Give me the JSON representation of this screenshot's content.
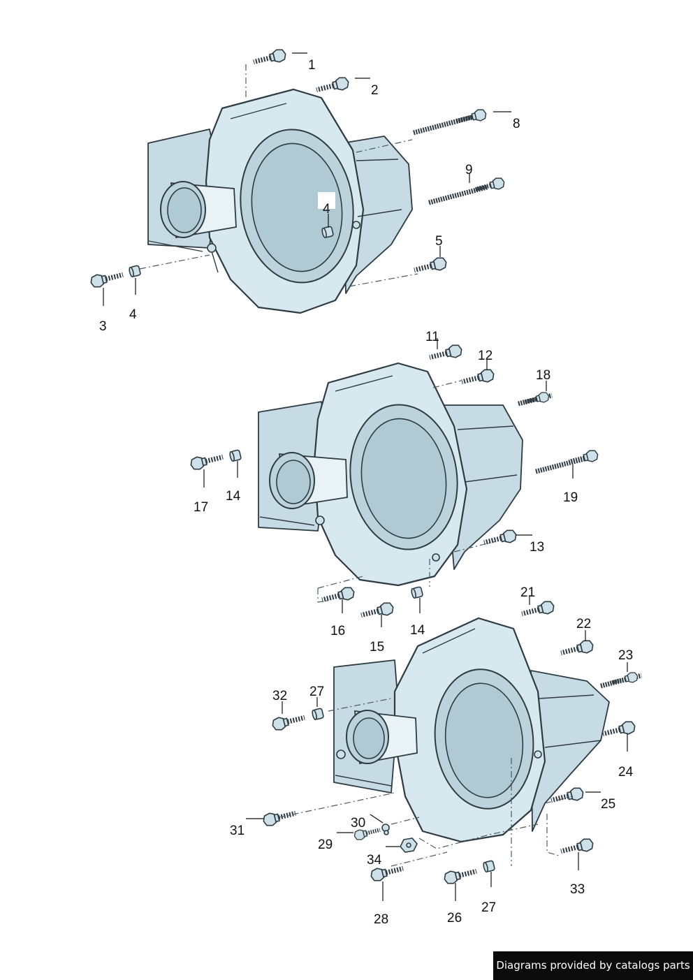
{
  "labels": {
    "p1": "1",
    "p2": "2",
    "p3": "3",
    "p4a": "4",
    "p4b": "4",
    "p5": "5",
    "p8": "8",
    "p9": "9",
    "p11": "11",
    "p12": "12",
    "p13": "13",
    "p14a": "14",
    "p14b": "14",
    "p15": "15",
    "p16": "16",
    "p17": "17",
    "p18": "18",
    "p19": "19",
    "p21": "21",
    "p22": "22",
    "p23": "23",
    "p24": "24",
    "p25": "25",
    "p26": "26",
    "p27a": "27",
    "p27b": "27",
    "p28": "28",
    "p29": "29",
    "p30": "30",
    "p31": "31",
    "p32": "32",
    "p33": "33",
    "p34": "34"
  },
  "footer": {
    "credit": "Diagrams provided by catalogs parts"
  }
}
